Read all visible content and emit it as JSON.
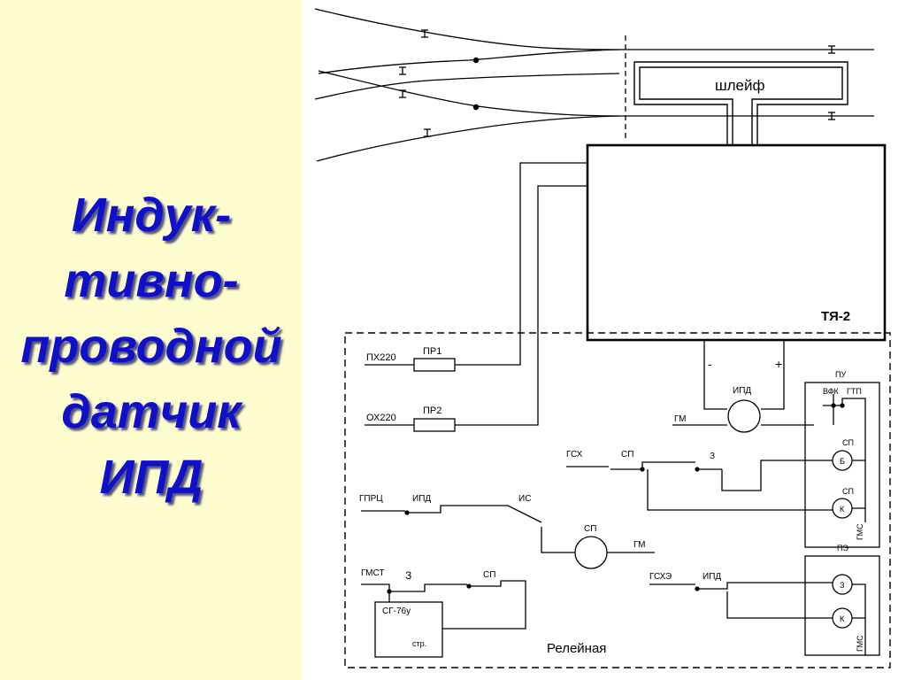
{
  "title_lines": [
    "Индук-",
    "тивно-",
    "проводной",
    "датчик",
    "ИПД"
  ],
  "colors": {
    "left_panel_bg": "#fdfcce",
    "title_text": "#1010c8",
    "title_shadow": "#55557a",
    "diagram_bg": "#ffffff",
    "ink": "#000000"
  },
  "diagram": {
    "loop_label": "шлейф",
    "box_label": "ТЯ-2",
    "minus": "-",
    "plus": "+",
    "room_label": "Релейная",
    "labels": {
      "px220": "ПХ220",
      "pr1": "ПР1",
      "ox220": "ОХ220",
      "pr2": "ПР2",
      "ipd_top": "ИПД",
      "gm_top": "ГМ",
      "pu": "ПУ",
      "vfk": "ВФК",
      "gtp": "ГТП",
      "gsx": "ГСХ",
      "sp_mid": "СП",
      "z_mid": "З",
      "sp_b": "СП",
      "b_letter": "Б",
      "sp_k": "СП",
      "k_letter": "К",
      "gms_1": "ГМС",
      "gprc": "ГПРЦ",
      "ipd_mid": "ИПД",
      "is": "ИС",
      "sp_relay": "СП",
      "gm_relay": "ГМ",
      "gmst": "ГМСТ",
      "z_low": "З",
      "sp_low": "СП",
      "sg76": "СГ-76у",
      "str": "стр.",
      "gsxe": "ГСХЭ",
      "ipd_low": "ИПД",
      "pe": "ПЭ",
      "z_letter": "З",
      "k_letter2": "К",
      "gms_2": "ГМС"
    }
  }
}
